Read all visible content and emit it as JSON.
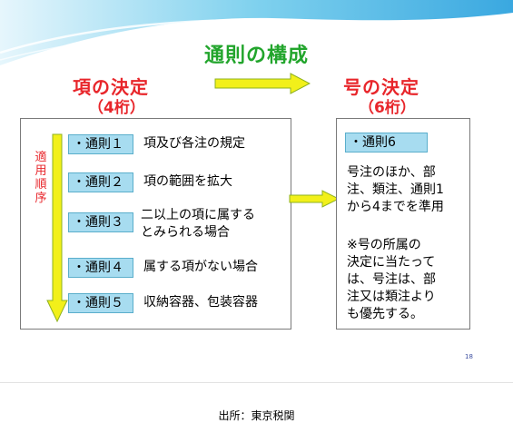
{
  "title": "通則の構成",
  "left": {
    "heading": "項の決定",
    "subheading": "（4桁）",
    "order_label": "適用順序",
    "rules": [
      {
        "tag": "・通則１",
        "desc": [
          "項及び各注の規定"
        ]
      },
      {
        "tag": "・通則２",
        "desc": [
          "項の範囲を拡大"
        ]
      },
      {
        "tag": "・通則３",
        "desc": [
          "二以上の項に属する",
          "とみられる場合"
        ]
      },
      {
        "tag": "・通則４",
        "desc": [
          "属する項がない場合"
        ]
      },
      {
        "tag": "・通則５",
        "desc": [
          "収納容器、包装容器"
        ]
      }
    ]
  },
  "right": {
    "heading": "号の決定",
    "subheading": "（6桁）",
    "rule_tag": "・通則6",
    "text1": [
      "号注のほか、部",
      "注、類注、通則1",
      "から4までを準用"
    ],
    "text2": [
      "※号の所属の",
      "決定に当たって",
      "は、号注は、部",
      "注又は類注より",
      "も優先する。"
    ]
  },
  "page_number": "18",
  "source": "出所：東京税関",
  "colors": {
    "title_green": "#22a52c",
    "heading_red": "#e8262b",
    "arrow_yellow": "#f2f01a",
    "tag_blue": "#a7dcf0"
  }
}
